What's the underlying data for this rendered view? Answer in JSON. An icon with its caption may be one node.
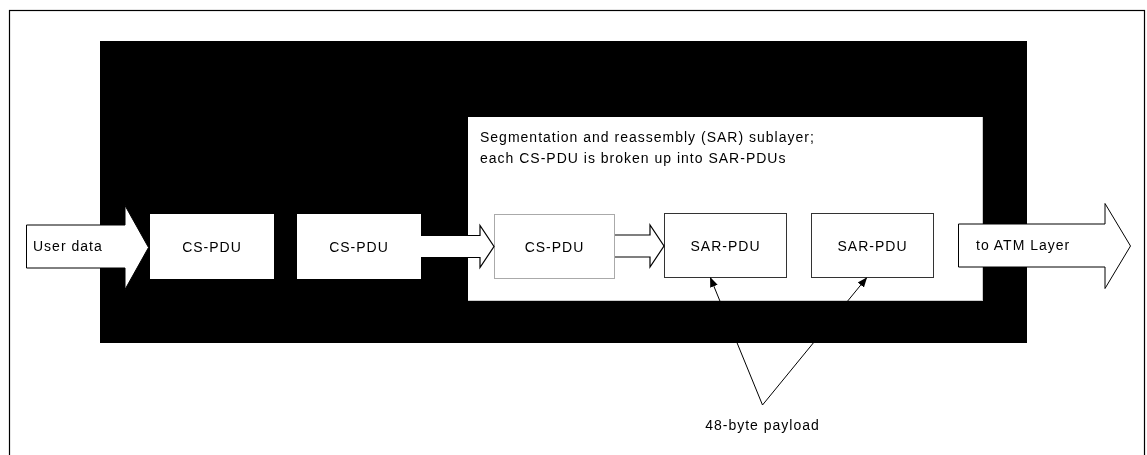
{
  "diagram": {
    "nodes": [
      {
        "text": [],
        "shape": "box"
      },
      {
        "text": [
          "User data"
        ]
      },
      {
        "text": [
          "CS-PDU"
        ],
        "in": 0
      },
      {
        "text": [
          "CS-PDU"
        ],
        "in": 0
      },
      {
        "text": [
          "Segmentation and reassembly (SAR) sublayer; each CS-PDU is broken up into SAR-PDUs"
        ],
        "in": 0
      },
      {
        "text": [
          "CS-PDU"
        ],
        "in": 4
      },
      {
        "text": [
          "SAR-PDU"
        ],
        "in": 4
      },
      {
        "text": [
          "SAR-PDU"
        ],
        "in": 4
      },
      {
        "text": [
          "to ATM Layer"
        ]
      },
      {
        "text": [
          "48-byte payload"
        ]
      }
    ],
    "edges": [
      {
        "from": 3,
        "to": 5,
        "arrow": "to",
        "style": "thick"
      },
      {
        "from": 5,
        "to": 6,
        "arrow": "to",
        "style": "thick"
      },
      {
        "from": 9,
        "to": 6,
        "arrow": "to"
      },
      {
        "from": 9,
        "to": 7,
        "arrow": "to"
      }
    ]
  }
}
